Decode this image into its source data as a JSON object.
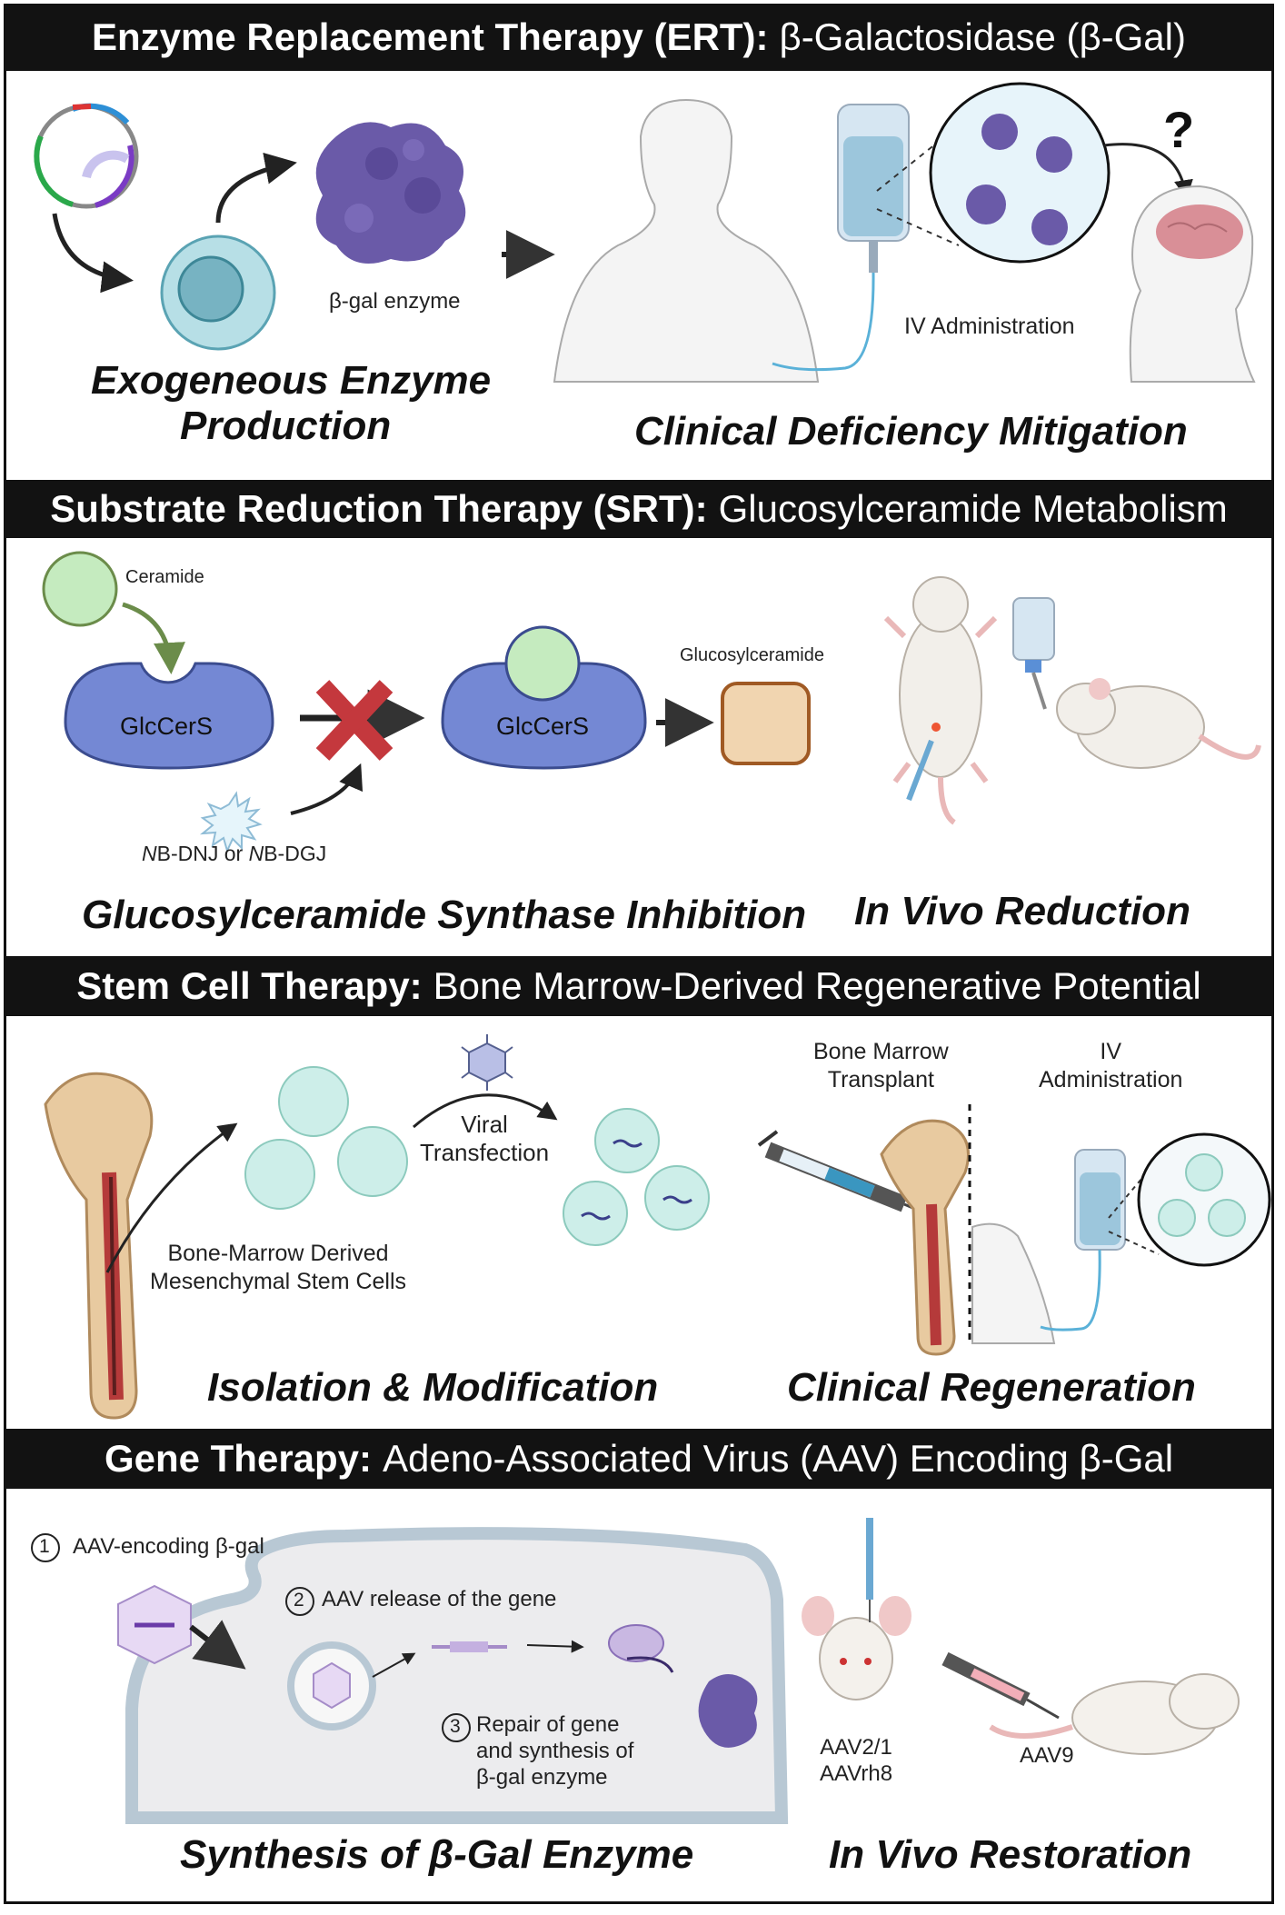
{
  "ert": {
    "title_bold": "Enzyme Replacement Therapy (ERT):",
    "title_rest": "β-Galactosidase (β-Gal)",
    "enzyme_label": "β-gal enzyme",
    "iv_label": "IV Administration",
    "question": "?",
    "caption_left_1": "Exogeneous Enzyme",
    "caption_left_2": "Production",
    "caption_right": "Clinical Deficiency Mitigation"
  },
  "srt": {
    "title_bold": "Substrate Reduction Therapy (SRT):",
    "title_rest": "Glucosylceramide Metabolism",
    "ceramide_label": "Ceramide",
    "enzyme_a": "GlcCerS",
    "enzyme_b": "GlcCerS",
    "product_label": "Glucosylceramide",
    "inhibitor_label_a": "N",
    "inhibitor_label_b": "B-DNJ or ",
    "inhibitor_label_c": "N",
    "inhibitor_label_d": "B-DGJ",
    "caption_left": "Glucosylceramide Synthase Inhibition",
    "caption_right": "In Vivo Reduction"
  },
  "stem": {
    "title_bold": "Stem Cell Therapy:",
    "title_rest": "Bone Marrow-Derived Regenerative Potential",
    "viral_label": "Viral\nTransfection",
    "msc_label": "Bone-Marrow Derived\nMesenchymal Stem Cells",
    "bmt_label": "Bone Marrow\nTransplant",
    "iv_label": "IV\nAdministration",
    "caption_left": "Isolation & Modification",
    "caption_right": "Clinical Regeneration"
  },
  "gene": {
    "title_bold": "Gene Therapy:",
    "title_rest": "Adeno-Associated Virus (AAV) Encoding β-Gal",
    "step1_num": "1",
    "step1": "AAV-encoding β-gal",
    "step2_num": "2",
    "step2": "AAV release of the gene",
    "step3_num": "3",
    "step3": "Repair of gene\nand synthesis of\nβ-gal enzyme",
    "serotype_a": "AAV2/1\nAAVrh8",
    "serotype_b": "AAV9",
    "caption_left": "Synthesis of β-Gal Enzyme",
    "caption_right": "In Vivo Restoration"
  },
  "colors": {
    "bar": "#121212",
    "enzyme_purple": "#6a5aa8",
    "glccers_blue": "#7488d4",
    "ceramide_green": "#c5ebbf",
    "product_tan": "#f1d5b0",
    "inhibit_red": "#c4383d",
    "stem_cell": "#cdeee9"
  }
}
